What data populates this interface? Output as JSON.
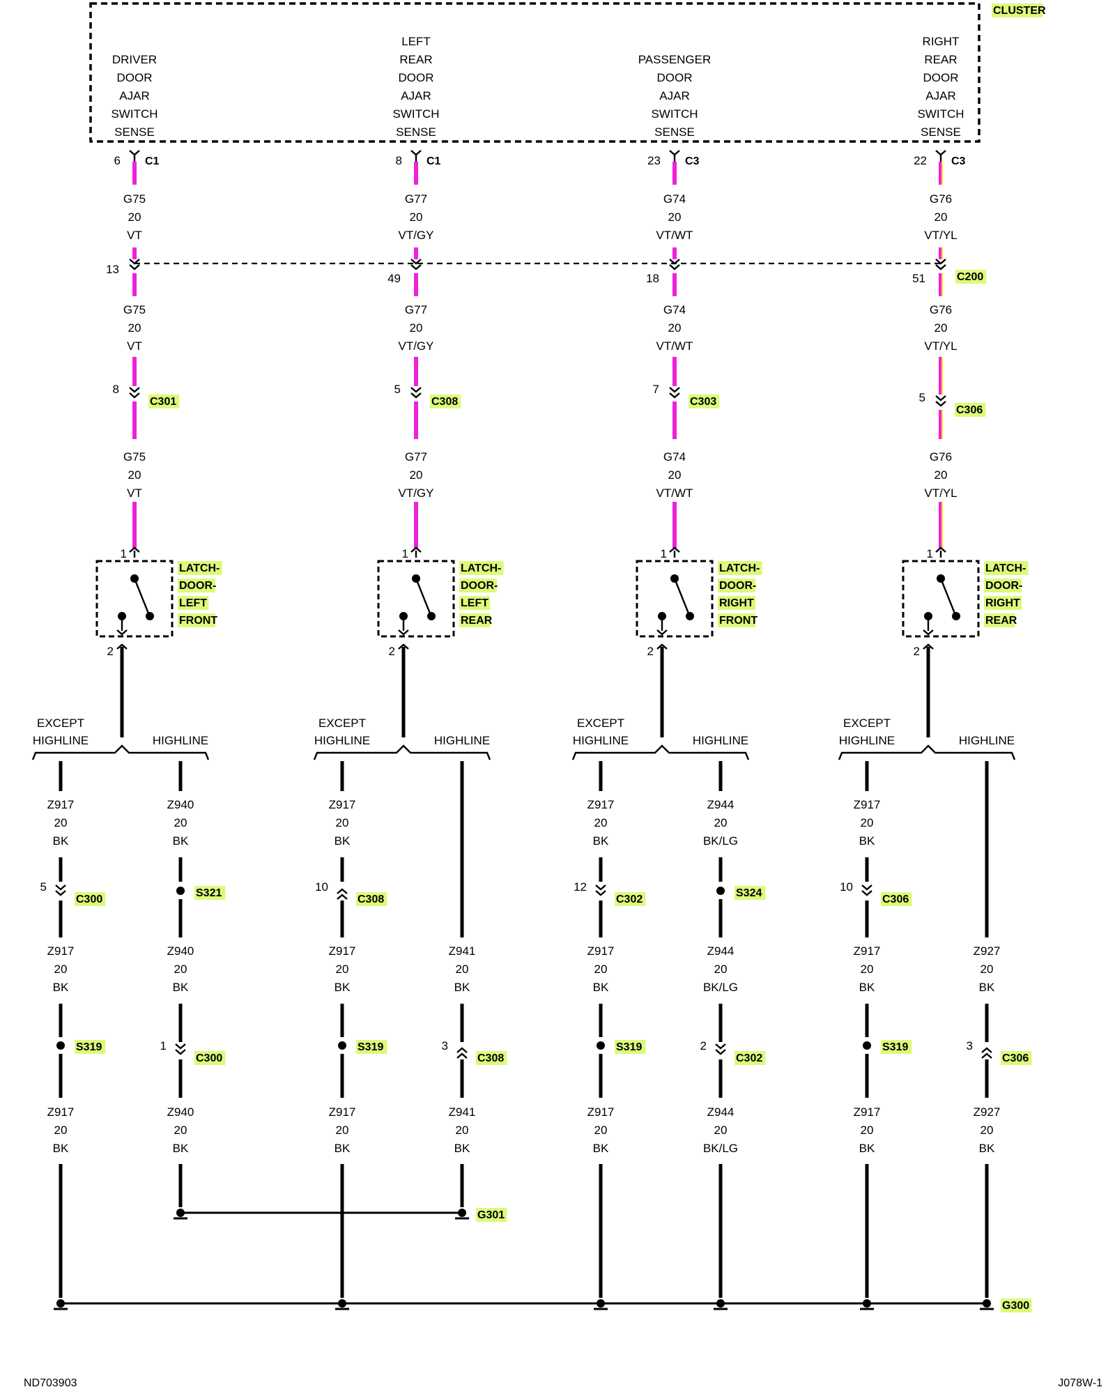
{
  "colors": {
    "wire_violet": "#ee22dd",
    "wire_violet_yellow_stripe": "#ffe11a",
    "wire_black": "#000000",
    "highlight": "#dcfa7a"
  },
  "cluster": {
    "name": "CLUSTER",
    "inputs": [
      [
        "DRIVER",
        "DOOR",
        "AJAR",
        "SWITCH",
        "SENSE"
      ],
      [
        "LEFT",
        "REAR",
        "DOOR",
        "AJAR",
        "SWITCH",
        "SENSE"
      ],
      [
        "PASSENGER",
        "DOOR",
        "AJAR",
        "SWITCH",
        "SENSE"
      ],
      [
        "RIGHT",
        "REAR",
        "DOOR",
        "AJAR",
        "SWITCH",
        "SENSE"
      ]
    ]
  },
  "c200": {
    "name": "C200",
    "pins": [
      "13",
      "49",
      "18",
      "51"
    ]
  },
  "legs": [
    {
      "cluster_pin": "6",
      "cluster_conn": "C1",
      "wire": [
        "G75",
        "20",
        "VT"
      ],
      "inline_pin": "8",
      "inline_conn": "C301",
      "latch_label": [
        "LATCH-",
        "DOOR-",
        "LEFT",
        "FRONT"
      ],
      "latch_pin_top": "1",
      "latch_pin_bottom": "2",
      "except_label": [
        "EXCEPT",
        "HIGHLINE"
      ],
      "highline_label": "HIGHLINE",
      "except": {
        "w1": [
          "Z917",
          "20",
          "BK"
        ],
        "j1_pin": "5",
        "j1_name": "C300",
        "w2": [
          "Z917",
          "20",
          "BK"
        ],
        "j2_pin": "",
        "j2_name": "S319",
        "w3": [
          "Z917",
          "20",
          "BK"
        ]
      },
      "high": {
        "w1": [
          "Z940",
          "20",
          "BK"
        ],
        "j1_pin": "",
        "j1_name": "S321",
        "w2": [
          "Z940",
          "20",
          "BK"
        ],
        "j2_pin": "1",
        "j2_name": "C300",
        "w3": [
          "Z940",
          "20",
          "BK"
        ]
      }
    },
    {
      "cluster_pin": "8",
      "cluster_conn": "C1",
      "wire": [
        "G77",
        "20",
        "VT/GY"
      ],
      "inline_pin": "5",
      "inline_conn": "C308",
      "latch_label": [
        "LATCH-",
        "DOOR-",
        "LEFT",
        "REAR"
      ],
      "latch_pin_top": "1",
      "latch_pin_bottom": "2",
      "except_label": [
        "EXCEPT",
        "HIGHLINE"
      ],
      "highline_label": "HIGHLINE",
      "except": {
        "w1": [
          "Z917",
          "20",
          "BK"
        ],
        "j1_pin": "10",
        "j1_name": "C308",
        "w2": [
          "Z917",
          "20",
          "BK"
        ],
        "j2_pin": "",
        "j2_name": "S319",
        "w3": [
          "Z917",
          "20",
          "BK"
        ]
      },
      "high": {
        "w1": null,
        "j1_pin": "",
        "j1_name": "",
        "w2": [
          "Z941",
          "20",
          "BK"
        ],
        "j2_pin": "3",
        "j2_name": "C308",
        "w3": [
          "Z941",
          "20",
          "BK"
        ]
      }
    },
    {
      "cluster_pin": "23",
      "cluster_conn": "C3",
      "wire": [
        "G74",
        "20",
        "VT/WT"
      ],
      "inline_pin": "7",
      "inline_conn": "C303",
      "latch_label": [
        "LATCH-",
        "DOOR-",
        "RIGHT",
        "FRONT"
      ],
      "latch_pin_top": "1",
      "latch_pin_bottom": "2",
      "except_label": [
        "EXCEPT",
        "HIGHLINE"
      ],
      "highline_label": "HIGHLINE",
      "except": {
        "w1": [
          "Z917",
          "20",
          "BK"
        ],
        "j1_pin": "12",
        "j1_name": "C302",
        "w2": [
          "Z917",
          "20",
          "BK"
        ],
        "j2_pin": "",
        "j2_name": "S319",
        "w3": [
          "Z917",
          "20",
          "BK"
        ]
      },
      "high": {
        "w1": [
          "Z944",
          "20",
          "BK/LG"
        ],
        "j1_pin": "",
        "j1_name": "S324",
        "w2": [
          "Z944",
          "20",
          "BK/LG"
        ],
        "j2_pin": "2",
        "j2_name": "C302",
        "w3": [
          "Z944",
          "20",
          "BK/LG"
        ]
      }
    },
    {
      "cluster_pin": "22",
      "cluster_conn": "C3",
      "wire": [
        "G76",
        "20",
        "VT/YL"
      ],
      "inline_pin": "5",
      "inline_conn": "C306",
      "latch_label": [
        "LATCH-",
        "DOOR-",
        "RIGHT",
        "REAR"
      ],
      "latch_pin_top": "1",
      "latch_pin_bottom": "2",
      "except_label": [
        "EXCEPT",
        "HIGHLINE"
      ],
      "highline_label": "HIGHLINE",
      "except": {
        "w1": [
          "Z917",
          "20",
          "BK"
        ],
        "j1_pin": "10",
        "j1_name": "C306",
        "w2": [
          "Z917",
          "20",
          "BK"
        ],
        "j2_pin": "",
        "j2_name": "S319",
        "w3": [
          "Z917",
          "20",
          "BK"
        ]
      },
      "high": {
        "w1": null,
        "j1_pin": "",
        "j1_name": "",
        "w2": [
          "Z927",
          "20",
          "BK"
        ],
        "j2_pin": "3",
        "j2_name": "C306",
        "w3": [
          "Z927",
          "20",
          "BK"
        ]
      }
    }
  ],
  "grounds": {
    "g301": "G301",
    "g300": "G300"
  },
  "footer": {
    "left": "ND703903",
    "right": "J078W-1"
  }
}
